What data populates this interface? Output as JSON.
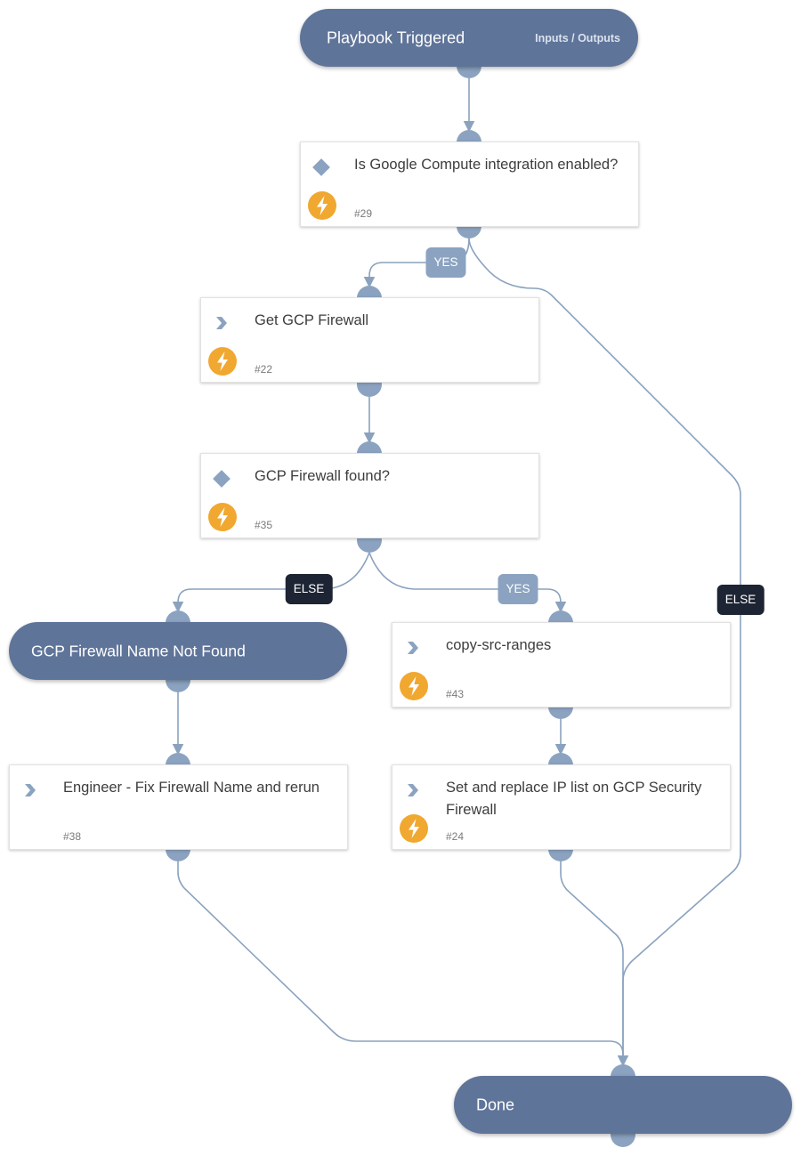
{
  "nodes": {
    "start": {
      "title": "Playbook Triggered",
      "link": "Inputs / Outputs"
    },
    "n29": {
      "title": "Is Google Compute integration enabled?",
      "id": "#29",
      "kind": "condition",
      "automated": true
    },
    "n22": {
      "title": "Get GCP Firewall",
      "id": "#22",
      "kind": "action",
      "automated": true
    },
    "n35": {
      "title": "GCP Firewall found?",
      "id": "#35",
      "kind": "condition",
      "automated": true
    },
    "notfound": {
      "title": "GCP Firewall Name Not Found"
    },
    "n43": {
      "title": "copy-src-ranges",
      "id": "#43",
      "kind": "action",
      "automated": true
    },
    "n38": {
      "title": "Engineer - Fix Firewall Name and rerun",
      "id": "#38",
      "kind": "action",
      "automated": false
    },
    "n24": {
      "title": "Set and replace IP list on GCP Security Firewall",
      "id": "#24",
      "kind": "action",
      "automated": true
    },
    "done": {
      "title": "Done"
    }
  },
  "edge_labels": {
    "n29_yes": "YES",
    "n29_else": "ELSE",
    "n35_yes": "YES",
    "n35_else": "ELSE"
  },
  "colors": {
    "pill": "#5f7499",
    "connector": "#8ba3c0",
    "yes_label": "#8ba3c0",
    "else_label": "#1d2433",
    "automation_badge": "#f0a830"
  }
}
